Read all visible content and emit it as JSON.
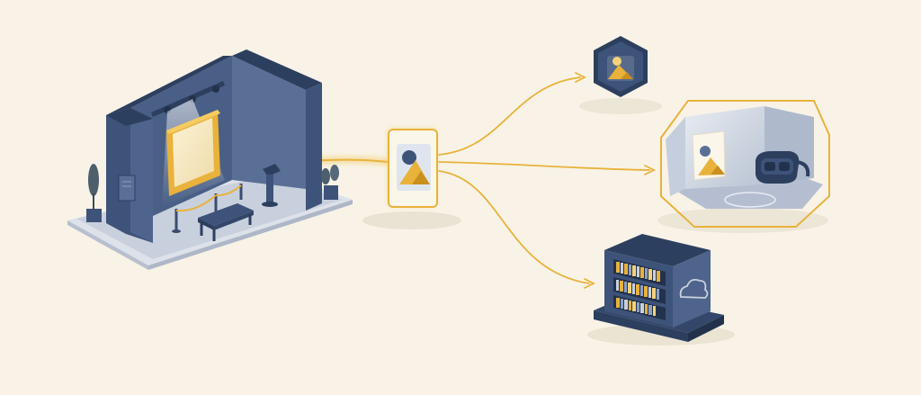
{
  "diagram": {
    "nodes": [
      {
        "id": "gallery",
        "kind": "physical-gallery-room",
        "icon": "gallery-room-icon"
      },
      {
        "id": "digitized-artwork",
        "kind": "image-card",
        "icon": "image-icon"
      },
      {
        "id": "digital-badge",
        "kind": "hexagon-image-badge",
        "icon": "image-badge-icon"
      },
      {
        "id": "vr-room",
        "kind": "virtual-reality-room",
        "icon": "vr-headset-icon"
      },
      {
        "id": "cloud-archive",
        "kind": "cloud-storage-archive",
        "icon": "cloud-icon"
      }
    ],
    "edges": [
      {
        "from": "gallery",
        "to": "digitized-artwork"
      },
      {
        "from": "digitized-artwork",
        "to": "digital-badge"
      },
      {
        "from": "digitized-artwork",
        "to": "vr-room"
      },
      {
        "from": "digitized-artwork",
        "to": "cloud-archive"
      }
    ]
  },
  "colors": {
    "background": "#f8f3e6",
    "navy": "#3e5379",
    "navy_dark": "#2d3f5e",
    "navy_light": "#5a6f96",
    "gold": "#e9b23b",
    "gold_dark": "#c98f1f",
    "floor": "#c9d0dd",
    "glass": "#dfe5ee"
  }
}
